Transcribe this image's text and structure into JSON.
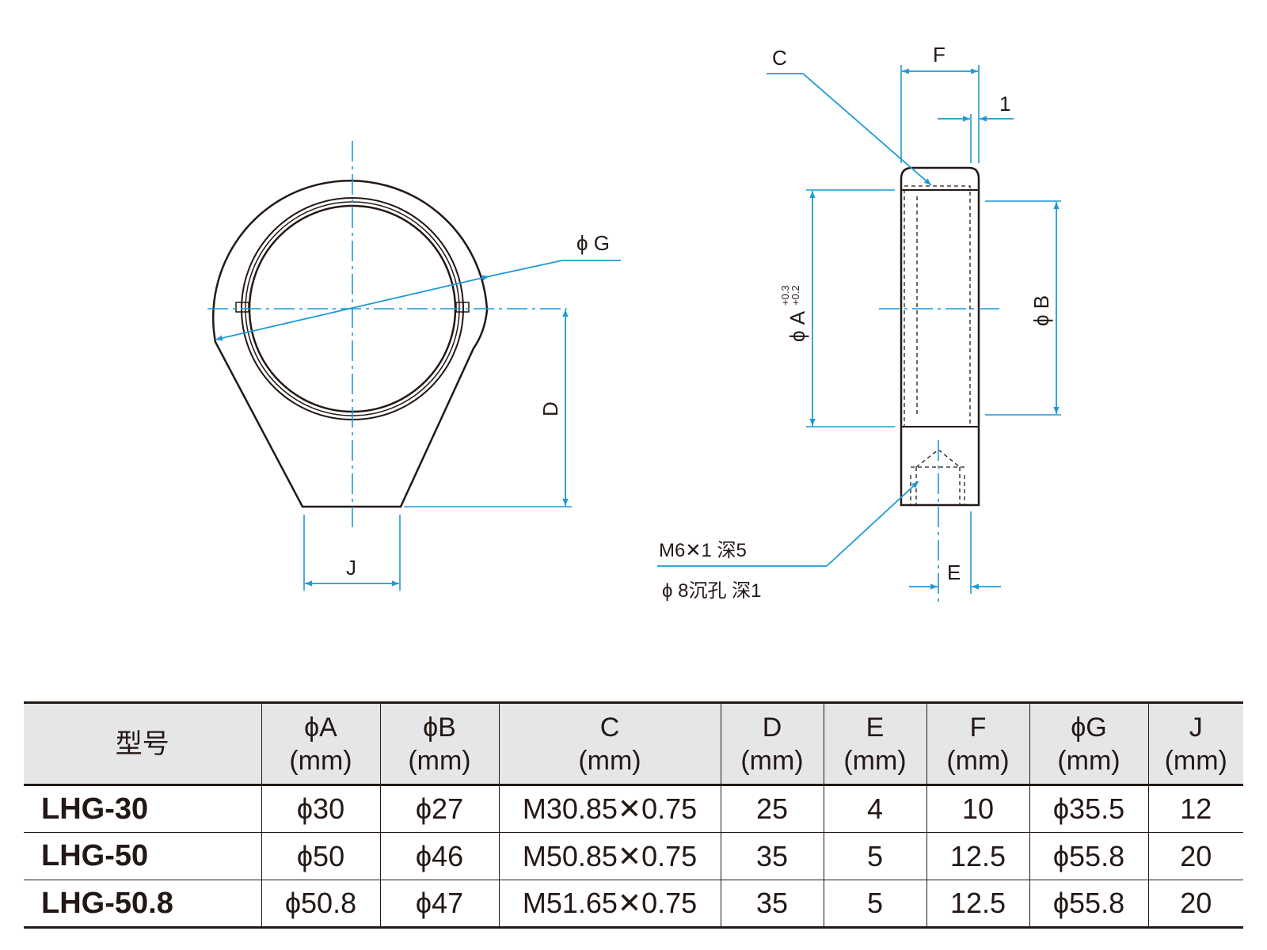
{
  "colors": {
    "dimension": "#1f9ad6",
    "outline": "#231815",
    "header_bg": "#e6e6e8"
  },
  "drawing": {
    "front_view": {
      "labels": {
        "phi_g": "ϕ G",
        "d": "D",
        "j": "J"
      }
    },
    "side_view": {
      "labels": {
        "c": "C",
        "f": "F",
        "one": "1",
        "phi_a": "ϕ A",
        "tol_upper": "+0.3",
        "tol_lower": "+0.2",
        "phi_b": "ϕ B",
        "e": "E",
        "tap_note_1": "M6✕1 深5",
        "tap_note_2": "ϕ 8沉孔 深1"
      }
    }
  },
  "table": {
    "headers": [
      {
        "line1": "型号",
        "line2": ""
      },
      {
        "line1": "ϕA",
        "line2": "(mm)"
      },
      {
        "line1": "ϕB",
        "line2": "(mm)"
      },
      {
        "line1": "C",
        "line2": "(mm)"
      },
      {
        "line1": "D",
        "line2": "(mm)"
      },
      {
        "line1": "E",
        "line2": "(mm)"
      },
      {
        "line1": "F",
        "line2": "(mm)"
      },
      {
        "line1": "ϕG",
        "line2": "(mm)"
      },
      {
        "line1": "J",
        "line2": "(mm)"
      }
    ],
    "rows": [
      [
        "LHG-30",
        "ϕ30",
        "ϕ27",
        "M30.85✕0.75",
        "25",
        "4",
        "10",
        "ϕ35.5",
        "12"
      ],
      [
        "LHG-50",
        "ϕ50",
        "ϕ46",
        "M50.85✕0.75",
        "35",
        "5",
        "12.5",
        "ϕ55.8",
        "20"
      ],
      [
        "LHG-50.8",
        "ϕ50.8",
        "ϕ47",
        "M51.65✕0.75",
        "35",
        "5",
        "12.5",
        "ϕ55.8",
        "20"
      ]
    ]
  }
}
